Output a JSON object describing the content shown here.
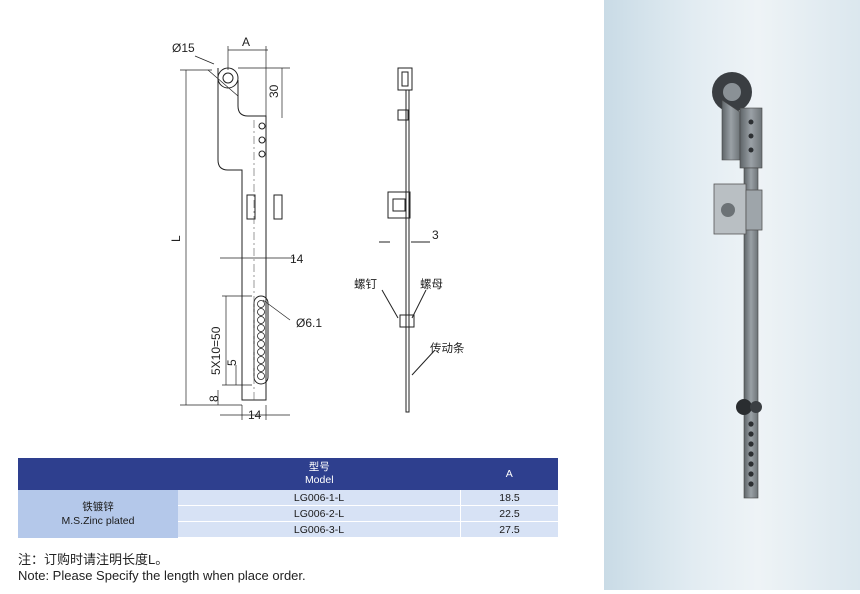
{
  "drawing": {
    "dims": {
      "dia15": "Ø15",
      "a": "A",
      "d30": "30",
      "l": "L",
      "d14_mid": "14",
      "dia61": "Ø6.1",
      "d5x10": "5X10=50",
      "d5": "5",
      "d8": "8",
      "d14_bot": "14",
      "d3": "3"
    },
    "callouts": {
      "screw": "螺钉",
      "nut": "螺母",
      "drive_bar": "传动条"
    }
  },
  "table": {
    "header": {
      "model_cn": "型号",
      "model_en": "Model",
      "a": "A"
    },
    "material": {
      "cn": "铁镀锌",
      "en": "M.S.Zinc plated"
    },
    "rows": [
      {
        "model": "LG006-1-L",
        "a": "18.5"
      },
      {
        "model": "LG006-2-L",
        "a": "22.5"
      },
      {
        "model": "LG006-3-L",
        "a": "27.5"
      }
    ]
  },
  "notes": {
    "cn": "注：订购时请注明长度L。",
    "en": "Note: Please Specify the length when place order."
  }
}
